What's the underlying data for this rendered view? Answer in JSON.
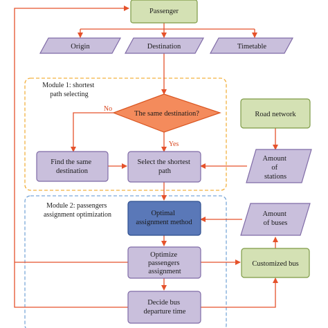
{
  "colors": {
    "arrow": "#e5522b",
    "green_fill": "#d4e1b4",
    "green_stroke": "#7d9a45",
    "purple_fill": "#c9bfdc",
    "purple_stroke": "#7f6aa6",
    "blue_fill": "#5a78b8",
    "blue_stroke": "#2f4f8f",
    "orange_fill": "#f48b5c",
    "orange_stroke": "#d9541f",
    "module1_border": "#f2b03f",
    "module2_border": "#7aa7d9"
  },
  "nodes": {
    "passenger": "Passenger",
    "origin": "Origin",
    "destination": "Destination",
    "timetable": "Timetable",
    "same_destination": "The same destination?",
    "road_network": "Road network",
    "find_same_destination": [
      "Find the same",
      "destination"
    ],
    "select_shortest_path": [
      "Select the shortest",
      "path"
    ],
    "amount_of_stations": [
      "Amount",
      "of",
      "stations"
    ],
    "optimal_assignment": [
      "Optimal",
      "assignment method"
    ],
    "amount_of_buses": [
      "Amount",
      "of buses"
    ],
    "optimize_passengers": [
      "Optimize",
      "passengers",
      "assignment"
    ],
    "customized_bus": "Customized bus",
    "decide_departure": [
      "Decide bus",
      "departure time"
    ]
  },
  "modules": {
    "module1": [
      "Module 1: shortest",
      "path selecting"
    ],
    "module2": [
      "Module 2: passengers",
      "assignment optimization"
    ]
  },
  "conditions": {
    "no": "No",
    "yes": "Yes"
  }
}
